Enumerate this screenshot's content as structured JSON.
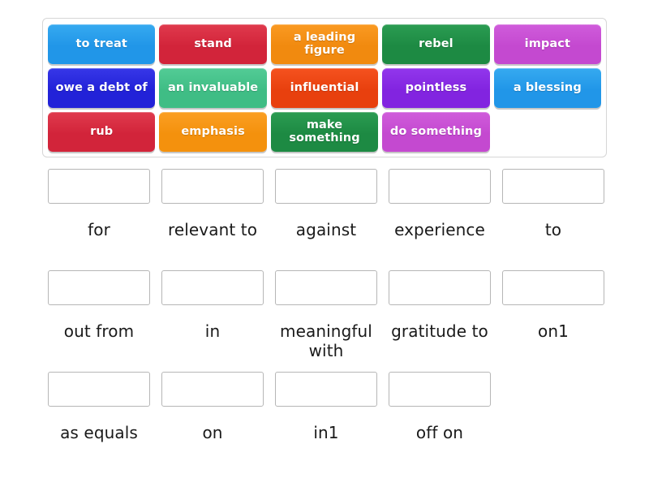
{
  "activity": {
    "type": "match-up-drag-and-drop",
    "tile_bank": {
      "name": "answer-tiles",
      "rows": [
        [
          {
            "label": "to treat",
            "color": "#2196e8",
            "color_light": "#36aaf0"
          },
          {
            "label": "stand",
            "color": "#d2243a",
            "color_light": "#e03a4d"
          },
          {
            "label": "a leading figure",
            "color": "#f18a0f",
            "color_light": "#fa9a22"
          },
          {
            "label": "rebel",
            "color": "#1d8a43",
            "color_light": "#2b9c52"
          },
          {
            "label": "impact",
            "color": "#c449d0",
            "color_light": "#d05cdb"
          }
        ],
        [
          {
            "label": "owe a debt of",
            "color": "#2222d8",
            "color_light": "#3737e8"
          },
          {
            "label": "an invaluable",
            "color": "#3fbd85",
            "color_light": "#53cc96"
          },
          {
            "label": "influential",
            "color": "#e8400e",
            "color_light": "#f5521f"
          },
          {
            "label": "pointless",
            "color": "#8224e0",
            "color_light": "#9237ec"
          },
          {
            "label": "a blessing",
            "color": "#2196e8",
            "color_light": "#36aaf0"
          }
        ],
        [
          {
            "label": "rub",
            "color": "#d2243a",
            "color_light": "#e03a4d"
          },
          {
            "label": "emphasis",
            "color": "#f4910d",
            "color_light": "#fb9f23"
          },
          {
            "label": "make something",
            "color": "#1d8a43",
            "color_light": "#2b9c52"
          },
          {
            "label": "do something",
            "color": "#c449d0",
            "color_light": "#d05cdb"
          },
          {
            "label": "",
            "color": "",
            "color_light": "",
            "empty": true
          }
        ]
      ]
    },
    "answer_slots": {
      "name": "answer-prompts",
      "box_placeholder": "",
      "rows": [
        [
          {
            "prompt": "for",
            "value": ""
          },
          {
            "prompt": "relevant to",
            "value": ""
          },
          {
            "prompt": "against",
            "value": ""
          },
          {
            "prompt": "experience",
            "value": ""
          },
          {
            "prompt": "to",
            "value": ""
          }
        ],
        [
          {
            "prompt": "out from",
            "value": ""
          },
          {
            "prompt": "in",
            "value": ""
          },
          {
            "prompt": "meaningful with",
            "value": ""
          },
          {
            "prompt": "gratitude to",
            "value": ""
          },
          {
            "prompt": "on1",
            "value": ""
          }
        ],
        [
          {
            "prompt": "as equals",
            "value": ""
          },
          {
            "prompt": "on",
            "value": ""
          },
          {
            "prompt": "in1",
            "value": ""
          },
          {
            "prompt": "off on",
            "value": ""
          }
        ]
      ]
    },
    "colors": {
      "page_background": "#ffffff",
      "bank_border": "#d6d6d6",
      "dropbox_border": "#b6b6b6",
      "prompt_text": "#1a1a1a",
      "tile_text": "#ffffff"
    }
  }
}
